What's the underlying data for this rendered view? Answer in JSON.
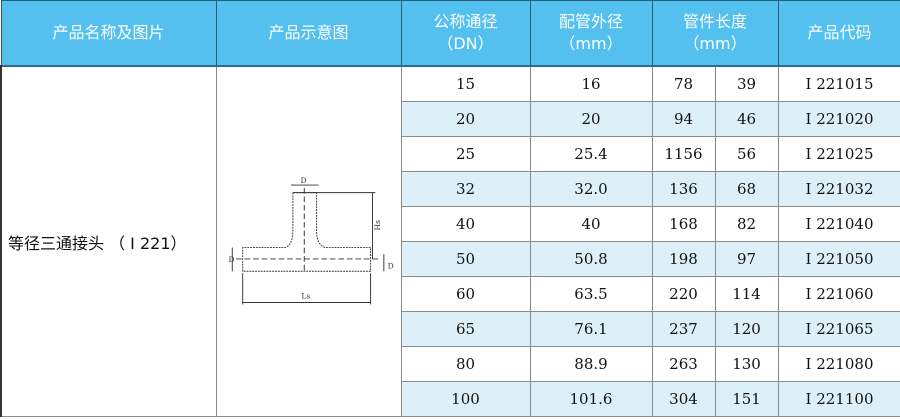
{
  "header": {
    "product_name": "产品名称及图片",
    "diagram": "产品示意图",
    "dn_line1": "公称通径",
    "dn_line2": "（DN）",
    "od_line1": "配管外径",
    "od_line2": "（mm）",
    "len_line1": "管件长度",
    "len_line2": "（mm）",
    "code": "产品代码"
  },
  "product": {
    "name": "等径三通接头  （ I 221）",
    "diagram_labels": {
      "d_top": "D",
      "d_left": "D",
      "d_right": "D",
      "hs": "Hs",
      "ls": "Ls"
    }
  },
  "colors": {
    "header_bg": "#53c0ef",
    "alt_row": "#ddf0fa"
  },
  "rows": [
    {
      "dn": "15",
      "od": "16",
      "ls": "78",
      "hs": "39",
      "code": "I  221015"
    },
    {
      "dn": "20",
      "od": "20",
      "ls": "94",
      "hs": "46",
      "code": "I  221020"
    },
    {
      "dn": "25",
      "od": "25.4",
      "ls": "1156",
      "hs": "56",
      "code": "I  221025"
    },
    {
      "dn": "32",
      "od": "32.0",
      "ls": "136",
      "hs": "68",
      "code": "I  221032"
    },
    {
      "dn": "40",
      "od": "40",
      "ls": "168",
      "hs": "82",
      "code": "I  221040"
    },
    {
      "dn": "50",
      "od": "50.8",
      "ls": "198",
      "hs": "97",
      "code": "I  221050"
    },
    {
      "dn": "60",
      "od": "63.5",
      "ls": "220",
      "hs": "114",
      "code": "I  221060"
    },
    {
      "dn": "65",
      "od": "76.1",
      "ls": "237",
      "hs": "120",
      "code": "I  221065"
    },
    {
      "dn": "80",
      "od": "88.9",
      "ls": "263",
      "hs": "130",
      "code": "I  221080"
    },
    {
      "dn": "100",
      "od": "101.6",
      "ls": "304",
      "hs": "151",
      "code": "I  221100"
    }
  ]
}
